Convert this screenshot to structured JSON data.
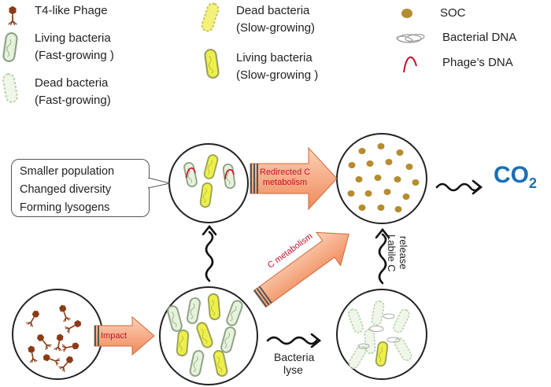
{
  "legend": {
    "phage": "T4-like Phage",
    "living_fast_1": "Living bacteria",
    "living_fast_2": "(Fast-growing )",
    "dead_fast_1": "Dead bacteria",
    "dead_fast_2": "(Fast-growing)",
    "dead_slow_1": "Dead bacteria",
    "dead_slow_2": "(Slow-growing)",
    "living_slow_1": "Living bacteria",
    "living_slow_2": "(Slow-growing )",
    "soc": "SOC",
    "bacterial_dna": "Bacterial DNA",
    "phage_dna": "Phage’s DNA"
  },
  "callout": {
    "line1": "Smaller population",
    "line2": "Changed diversity",
    "line3": "Forming lysogens"
  },
  "arrows": {
    "impact": "Impact",
    "redirected_1": "Redirected C",
    "redirected_2": "metabolism",
    "c_metabolism": "C metabolism",
    "labile_1": "Labile C",
    "labile_2": "release",
    "lyse_1": "Bacteria",
    "lyse_2": "lyse"
  },
  "co2": {
    "base": "CO",
    "sub": "2"
  },
  "colors": {
    "fast_fill": "#e6f2dc",
    "fast_stroke": "#8fa386",
    "slow_fill": "#eef04a",
    "slow_stroke": "#9aa35a",
    "arrow_fill": "#f6a37a",
    "soc": "#b58c2e",
    "co2": "#1a6fb5",
    "phage": "#8b3a14"
  }
}
